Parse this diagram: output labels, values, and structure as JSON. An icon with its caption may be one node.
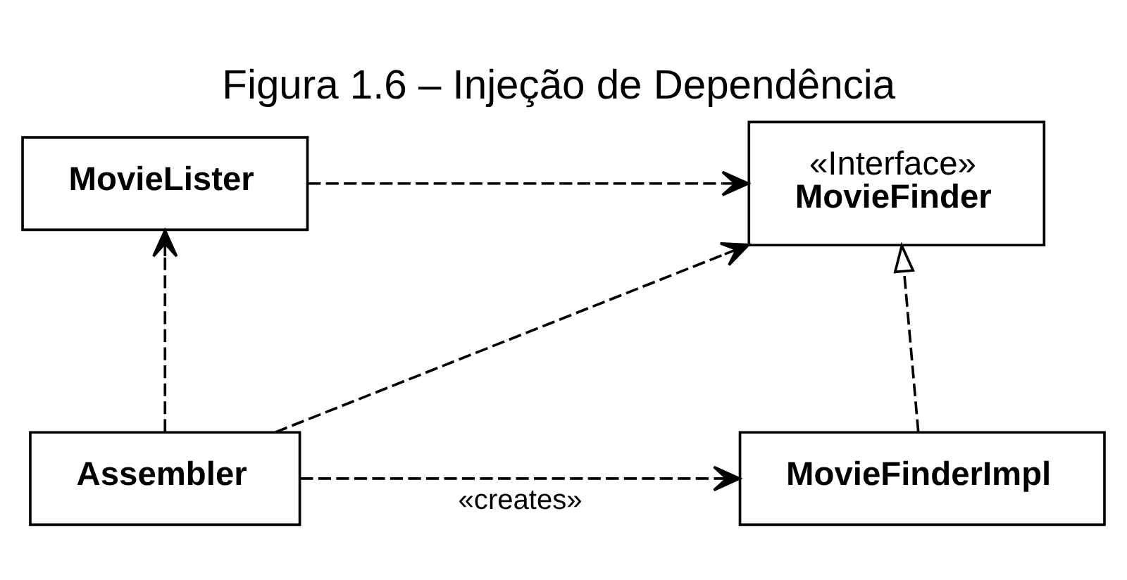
{
  "diagram": {
    "title": "Figura 1.6 – Injeção de Dependência",
    "nodes": [
      {
        "text": [
          "MovieLister"
        ]
      },
      {
        "text": [
          "«Interface»",
          "MovieFinder"
        ]
      },
      {
        "text": [
          "MovieFinderImpl"
        ]
      },
      {
        "text": [
          "Assembler"
        ]
      }
    ],
    "edges": [
      {
        "from": 0,
        "to": 1,
        "arrow": "to",
        "style": "dashed"
      },
      {
        "from": 2,
        "to": 1,
        "arrow": "to",
        "style": "dashed"
      },
      {
        "from": 3,
        "to": 1,
        "arrow": "to",
        "style": "dashed"
      },
      {
        "from": 3,
        "to": 2,
        "arrow": "to",
        "style": "dashed",
        "label": "«creates»"
      },
      {
        "from": 3,
        "to": 0,
        "arrow": "to",
        "style": "dashed"
      }
    ]
  }
}
